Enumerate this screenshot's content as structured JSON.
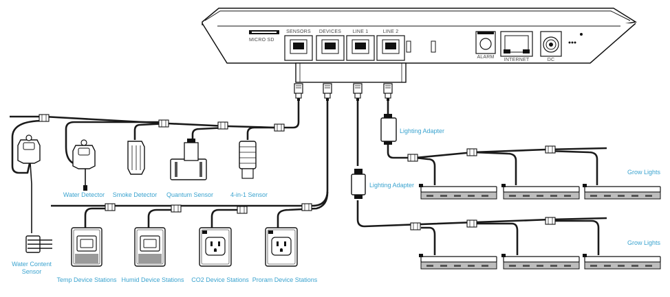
{
  "controller": {
    "ports": {
      "micro_sd": "MICRO SD",
      "sensors": "SENSORS",
      "devices": "DEVICES",
      "line1": "LINE 1",
      "line2": "LINE 2",
      "alarm": "ALARM",
      "internet": "INTERNET",
      "dc": "DC"
    }
  },
  "labels": {
    "water_detector": "Water Detector",
    "smoke_detector": "Smoke Detector",
    "quantum_sensor": "Quantum Sensor",
    "four_in_one": "4-in-1 Sensor",
    "water_content_line1": "Water Content",
    "water_content_line2": "Sensor",
    "temp_station": "Temp Device Stations",
    "humid_station": "Humid Device Stations",
    "co2_station": "CO2 Device Stations",
    "program_station": "Proram Device Stations",
    "lighting_adapter_1": "Lighting Adapter",
    "lighting_adapter_2": "Lighting Adapter",
    "grow_lights_1": "Grow Lights",
    "grow_lights_2": "Grow Lights"
  },
  "colors": {
    "line": "#1a1a1a",
    "label": "#3aa3cf"
  }
}
